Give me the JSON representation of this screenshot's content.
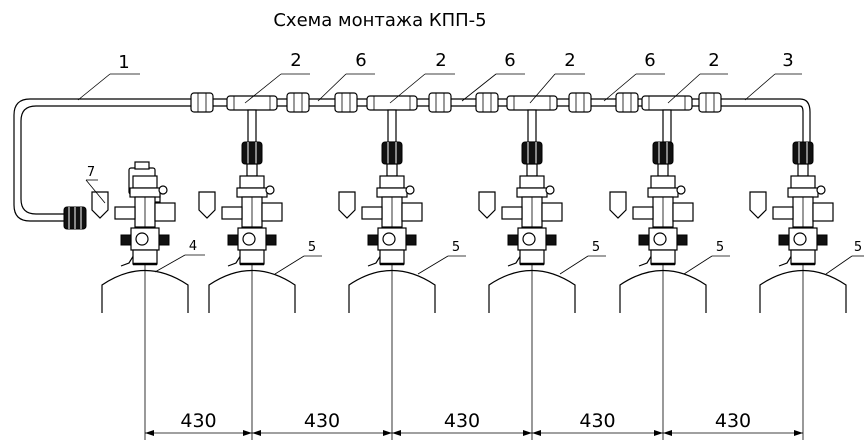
{
  "title": "Схема монтажа КПП-5",
  "callouts": {
    "hose_left": "1",
    "tee_1": "2",
    "pipe_1": "6",
    "tee_2": "2",
    "pipe_2": "6",
    "tee_3": "2",
    "pipe_3": "6",
    "tee_4": "2",
    "hose_right": "3",
    "solenoid": "7",
    "cylinder_start": "4",
    "cylinder_1": "5",
    "cylinder_2": "5",
    "cylinder_3": "5",
    "cylinder_4": "5",
    "cylinder_5": "5"
  },
  "dimensions": [
    "430",
    "430",
    "430",
    "430",
    "430"
  ],
  "dimension_unit": ""
}
